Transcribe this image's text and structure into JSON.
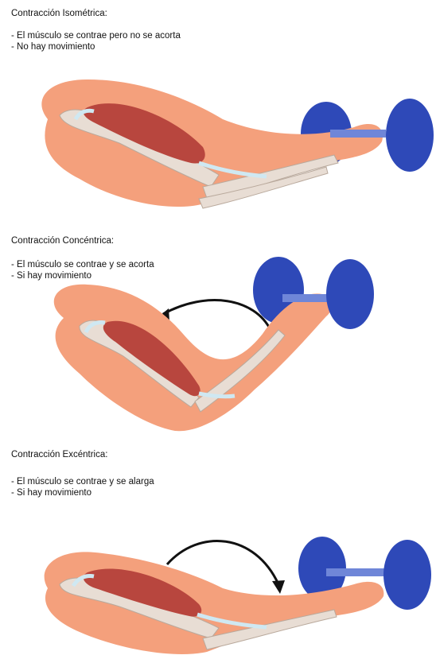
{
  "panels": [
    {
      "title": "Contracción Isométrica:",
      "bullets": [
        "- El músculo se contrae pero no se acorta",
        "- No hay movimiento"
      ]
    },
    {
      "title": "Contracción Concéntrica:",
      "bullets": [
        "- El músculo se contrae y se acorta",
        "- Si hay movimiento"
      ]
    },
    {
      "title": "Contracción Excéntrica:",
      "bullets": [
        "- El músculo se contrae y se alarga",
        "- Si hay movimiento"
      ]
    }
  ],
  "colors": {
    "skin": "#f4a07c",
    "skin_light": "#f8c1a3",
    "bone": "#e8ddd4",
    "muscle": "#b8463e",
    "tendon": "#cfe8f2",
    "dumbbell": "#2e49b8",
    "arrow": "#111111"
  },
  "icons": [
    "arm-illustration",
    "dumbbell-icon",
    "motion-arrow-icon"
  ]
}
